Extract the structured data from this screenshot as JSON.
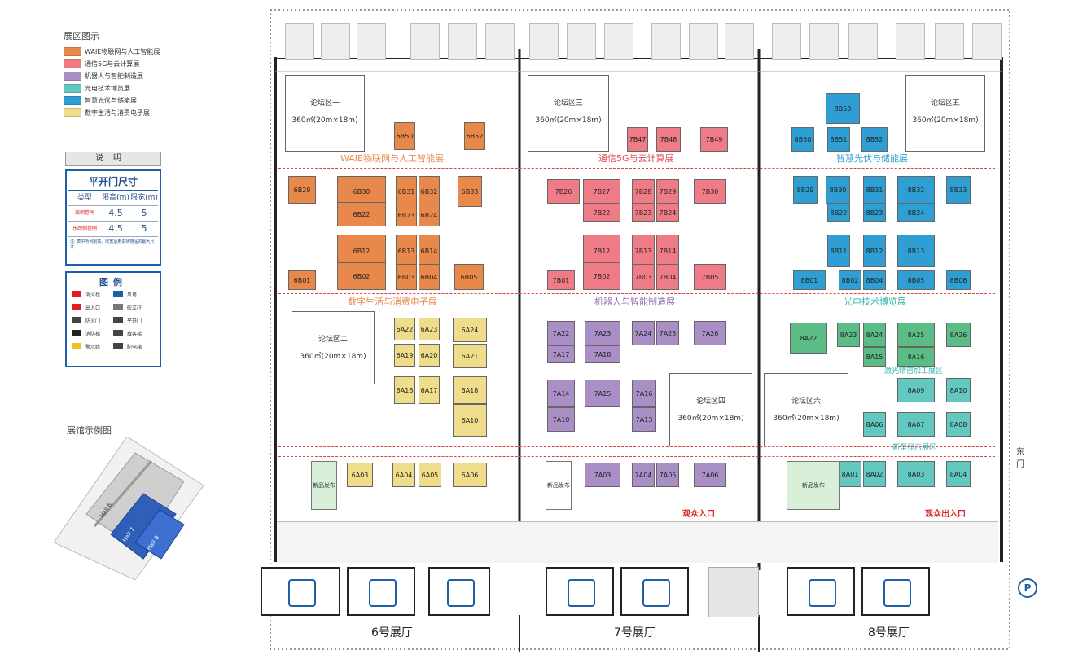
{
  "legend": {
    "title": "展区图示",
    "items": [
      {
        "label": "WAIE物联网与人工智能展",
        "color": "#e8884a"
      },
      {
        "label": "通信5G与云计算展",
        "color": "#ef7b86"
      },
      {
        "label": "机器人与智能制造展",
        "color": "#a98fc6"
      },
      {
        "label": "光电技术博览展",
        "color": "#63c8c0"
      },
      {
        "label": "智慧光伏与储能展",
        "color": "#2f9fd3"
      },
      {
        "label": "数字生活与消费电子展",
        "color": "#f0dd8c"
      }
    ]
  },
  "notes_title": "说明",
  "door_table": {
    "title": "平开门尺寸",
    "headers": [
      "类型",
      "限高(m)",
      "限宽(m)"
    ],
    "rows": [
      {
        "type": "南侧卷闸",
        "height": "4.5",
        "width": "5"
      },
      {
        "type": "东西侧卷闸",
        "height": "4.5",
        "width": "5"
      }
    ],
    "footnote": "注: 表中所列限高、限宽适用进场物品的最大尺寸"
  },
  "key": {
    "title": "图例",
    "items": [
      {
        "label": "消火栓",
        "icon": "hydrant-icon",
        "color": "#e02020"
      },
      {
        "label": "风塔",
        "icon": "wind-tower-icon",
        "color": "#1f5fa8"
      },
      {
        "label": "出入口",
        "icon": "exit-arrow-icon",
        "color": "#e02020"
      },
      {
        "label": "砼立柱",
        "icon": "pillar-icon",
        "color": "#777777"
      },
      {
        "label": "防火门",
        "icon": "fire-door-icon",
        "color": "#444444"
      },
      {
        "label": "平开门",
        "icon": "swing-door-icon",
        "color": "#444444"
      },
      {
        "label": "消防梯",
        "icon": "fire-stair-icon",
        "color": "#222222"
      },
      {
        "label": "载客梯",
        "icon": "elevator-icon",
        "color": "#444444"
      },
      {
        "label": "警示线",
        "icon": "warning-line-icon",
        "color": "#f0c020"
      },
      {
        "label": "配电箱",
        "icon": "power-box-icon",
        "color": "#444444"
      }
    ]
  },
  "hall_sample": {
    "title": "展馆示例图",
    "halls": [
      "Hall 6",
      "Hall 7",
      "Hall 8"
    ]
  },
  "halls": [
    {
      "name": "6号展厅"
    },
    {
      "name": "7号展厅"
    },
    {
      "name": "8号展厅"
    }
  ],
  "forums": [
    {
      "name": "论坛区一",
      "size": "360㎡(20m×18m)"
    },
    {
      "name": "论坛区二",
      "size": "360㎡(20m×18m)"
    },
    {
      "name": "论坛区三",
      "size": "360㎡(20m×18m)"
    },
    {
      "name": "论坛区四",
      "size": "360㎡(20m×18m)"
    },
    {
      "name": "论坛区五",
      "size": "360㎡(20m×18m)"
    },
    {
      "name": "论坛区六",
      "size": "360㎡(20m×18m)"
    }
  ],
  "zones": {
    "z6top": "WAIE物联网与人工智能展",
    "z7top": "通信5G与云计算展",
    "z8top": "智慧光伏与储能展",
    "z6mid": "数字生活与消费电子展",
    "z7mid": "机器人与智能制造展",
    "z8mid": "光电技术博览展",
    "laser": "激光精密加工展区",
    "display": "新型显示展区"
  },
  "labels": {
    "entry7": "观众入口",
    "exit8": "观众出入口",
    "east_gate": "东门",
    "new_release_1": "新品发布",
    "new_release_2": "新品发布",
    "new_release_3": "新品发布"
  },
  "booths": [
    {
      "id": "6B50",
      "zone": "orange"
    },
    {
      "id": "6B52",
      "zone": "orange"
    },
    {
      "id": "6B29",
      "zone": "orange"
    },
    {
      "id": "6B30",
      "zone": "orange"
    },
    {
      "id": "6B31",
      "zone": "orange"
    },
    {
      "id": "6B32",
      "zone": "orange"
    },
    {
      "id": "6B33",
      "zone": "orange"
    },
    {
      "id": "6B22",
      "zone": "orange"
    },
    {
      "id": "6B23",
      "zone": "orange"
    },
    {
      "id": "6B24",
      "zone": "orange"
    },
    {
      "id": "6B12",
      "zone": "orange"
    },
    {
      "id": "6B13",
      "zone": "orange"
    },
    {
      "id": "6B14",
      "zone": "orange"
    },
    {
      "id": "6B01",
      "zone": "orange"
    },
    {
      "id": "6B02",
      "zone": "orange"
    },
    {
      "id": "6B03",
      "zone": "orange"
    },
    {
      "id": "6B04",
      "zone": "orange"
    },
    {
      "id": "6B05",
      "zone": "orange"
    },
    {
      "id": "6A22",
      "zone": "yellow"
    },
    {
      "id": "6A23",
      "zone": "yellow"
    },
    {
      "id": "6A24",
      "zone": "yellow"
    },
    {
      "id": "6A19",
      "zone": "yellow"
    },
    {
      "id": "6A20",
      "zone": "yellow"
    },
    {
      "id": "6A21",
      "zone": "yellow"
    },
    {
      "id": "6A16",
      "zone": "yellow"
    },
    {
      "id": "6A17",
      "zone": "yellow"
    },
    {
      "id": "6A18",
      "zone": "yellow"
    },
    {
      "id": "6A10",
      "zone": "yellow"
    },
    {
      "id": "6A03",
      "zone": "yellow"
    },
    {
      "id": "6A04",
      "zone": "yellow"
    },
    {
      "id": "6A05",
      "zone": "yellow"
    },
    {
      "id": "6A06",
      "zone": "yellow"
    },
    {
      "id": "7B47",
      "zone": "pink"
    },
    {
      "id": "7B48",
      "zone": "pink"
    },
    {
      "id": "7B49",
      "zone": "pink"
    },
    {
      "id": "7B26",
      "zone": "pink"
    },
    {
      "id": "7B27",
      "zone": "pink"
    },
    {
      "id": "7B28",
      "zone": "pink"
    },
    {
      "id": "7B29",
      "zone": "pink"
    },
    {
      "id": "7B30",
      "zone": "pink"
    },
    {
      "id": "7B22",
      "zone": "pink"
    },
    {
      "id": "7B23",
      "zone": "pink"
    },
    {
      "id": "7B24",
      "zone": "pink"
    },
    {
      "id": "7B12",
      "zone": "pink"
    },
    {
      "id": "7B13",
      "zone": "pink"
    },
    {
      "id": "7B14",
      "zone": "pink"
    },
    {
      "id": "7B01",
      "zone": "pink"
    },
    {
      "id": "7B02",
      "zone": "pink"
    },
    {
      "id": "7B03",
      "zone": "pink"
    },
    {
      "id": "7B04",
      "zone": "pink"
    },
    {
      "id": "7B05",
      "zone": "pink"
    },
    {
      "id": "7A22",
      "zone": "purple"
    },
    {
      "id": "7A23",
      "zone": "purple"
    },
    {
      "id": "7A24",
      "zone": "purple"
    },
    {
      "id": "7A25",
      "zone": "purple"
    },
    {
      "id": "7A26",
      "zone": "purple"
    },
    {
      "id": "7A17",
      "zone": "purple"
    },
    {
      "id": "7A18",
      "zone": "purple"
    },
    {
      "id": "7A14",
      "zone": "purple"
    },
    {
      "id": "7A15",
      "zone": "purple"
    },
    {
      "id": "7A16",
      "zone": "purple"
    },
    {
      "id": "7A10",
      "zone": "purple"
    },
    {
      "id": "7A13",
      "zone": "purple"
    },
    {
      "id": "7A03",
      "zone": "purple"
    },
    {
      "id": "7A04",
      "zone": "purple"
    },
    {
      "id": "7A05",
      "zone": "purple"
    },
    {
      "id": "7A06",
      "zone": "purple"
    },
    {
      "id": "8B53",
      "zone": "blue"
    },
    {
      "id": "8B50",
      "zone": "blue"
    },
    {
      "id": "8B51",
      "zone": "blue"
    },
    {
      "id": "8B52",
      "zone": "blue"
    },
    {
      "id": "8B29",
      "zone": "blue"
    },
    {
      "id": "8B30",
      "zone": "blue"
    },
    {
      "id": "8B31",
      "zone": "blue"
    },
    {
      "id": "8B32",
      "zone": "blue"
    },
    {
      "id": "8B33",
      "zone": "blue"
    },
    {
      "id": "8B22",
      "zone": "blue"
    },
    {
      "id": "8B23",
      "zone": "blue"
    },
    {
      "id": "8B24",
      "zone": "blue"
    },
    {
      "id": "8B11",
      "zone": "blue"
    },
    {
      "id": "8B12",
      "zone": "blue"
    },
    {
      "id": "8B13",
      "zone": "blue"
    },
    {
      "id": "8B01",
      "zone": "blue"
    },
    {
      "id": "8B02",
      "zone": "blue"
    },
    {
      "id": "8B04",
      "zone": "blue"
    },
    {
      "id": "8B05",
      "zone": "blue"
    },
    {
      "id": "8B06",
      "zone": "blue"
    },
    {
      "id": "8A22",
      "zone": "green"
    },
    {
      "id": "8A23",
      "zone": "green"
    },
    {
      "id": "8A24",
      "zone": "green"
    },
    {
      "id": "8A25",
      "zone": "green"
    },
    {
      "id": "8A26",
      "zone": "green"
    },
    {
      "id": "8A15",
      "zone": "green"
    },
    {
      "id": "8A16",
      "zone": "green"
    },
    {
      "id": "8A09",
      "zone": "teal"
    },
    {
      "id": "8A10",
      "zone": "teal"
    },
    {
      "id": "8A06",
      "zone": "teal"
    },
    {
      "id": "8A07",
      "zone": "teal"
    },
    {
      "id": "8A08",
      "zone": "teal"
    },
    {
      "id": "8A01",
      "zone": "teal"
    },
    {
      "id": "8A02",
      "zone": "teal"
    },
    {
      "id": "8A03",
      "zone": "teal"
    },
    {
      "id": "8A04",
      "zone": "teal"
    }
  ]
}
